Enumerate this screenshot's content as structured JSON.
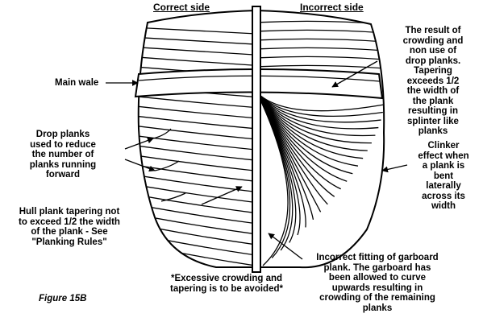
{
  "headers": {
    "correct_side": "Correct side",
    "incorrect_side": "Incorrect side"
  },
  "labels": {
    "main_wale": "Main wale",
    "drop_planks": [
      "Drop planks",
      "used to reduce",
      "the number of",
      "planks running",
      "forward"
    ],
    "hull_tapering": [
      "Hull plank tapering not",
      "to exceed 1/2 the width",
      "of the plank - See",
      "\"Planking Rules\""
    ],
    "crowding_result": [
      "The result of",
      "crowding and",
      "non use of",
      "drop planks.",
      "Tapering",
      "exceeds 1/2",
      "the width of",
      "the plank",
      "resulting in",
      "splinter like",
      "planks"
    ],
    "clinker_effect": [
      "Clinker",
      "effect when",
      "a plank is",
      "bent",
      "laterally",
      "across its",
      "width"
    ],
    "garboard_fit": [
      "Incorrect fitting of garboard",
      "plank. The garboard has",
      "been allowed to curve",
      "upwards resulting in",
      "crowding of the remaining",
      "planks"
    ],
    "avoid_note": [
      "*Excessive crowding and",
      "tapering is to be avoided*"
    ],
    "figure_caption": "Figure 15B"
  },
  "colors": {
    "ink": "#000000",
    "paper": "#ffffff"
  }
}
